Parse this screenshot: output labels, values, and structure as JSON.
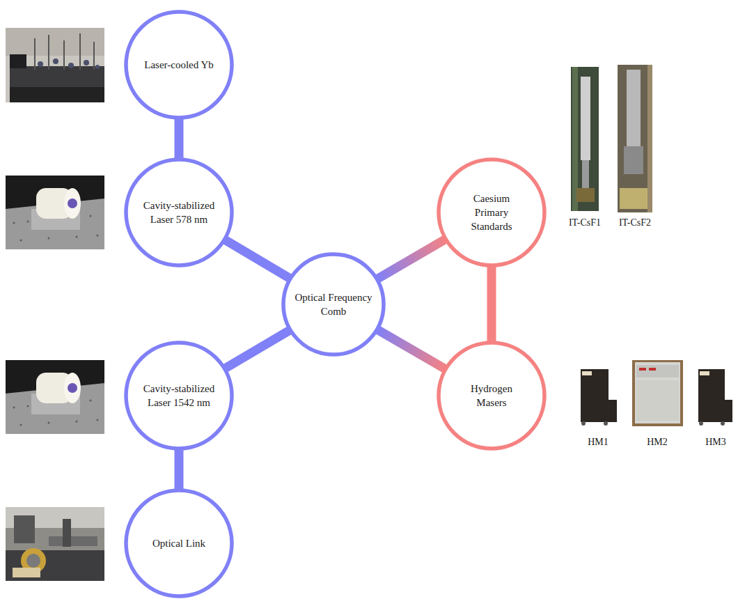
{
  "diagram": {
    "nodes": [
      {
        "text": [
          "Laser-cooled Yb"
        ]
      },
      {
        "text": [
          "Cavity-stabilized Laser 578 nm"
        ]
      },
      {
        "text": [
          "Caesium Primary Standards"
        ]
      },
      {
        "text": [
          "Optical Frequency Comb"
        ]
      },
      {
        "text": [
          "Cavity-stabilized Laser 1542 nm"
        ]
      },
      {
        "text": [
          "Hydrogen Masers"
        ]
      },
      {
        "text": [
          "Optical Link"
        ]
      }
    ],
    "edges": [
      {
        "from": 0,
        "to": 1,
        "arrow": "none"
      },
      {
        "from": 1,
        "to": 3,
        "arrow": "none"
      },
      {
        "from": 3,
        "to": 2,
        "arrow": "none"
      },
      {
        "from": 3,
        "to": 4,
        "arrow": "none"
      },
      {
        "from": 3,
        "to": 5,
        "arrow": "none"
      },
      {
        "from": 2,
        "to": 5,
        "arrow": "none"
      },
      {
        "from": 4,
        "to": 6,
        "arrow": "none"
      }
    ],
    "labels": [
      "IT-CsF1",
      "IT-CsF2",
      "HM1",
      "HM2",
      "HM3"
    ]
  }
}
